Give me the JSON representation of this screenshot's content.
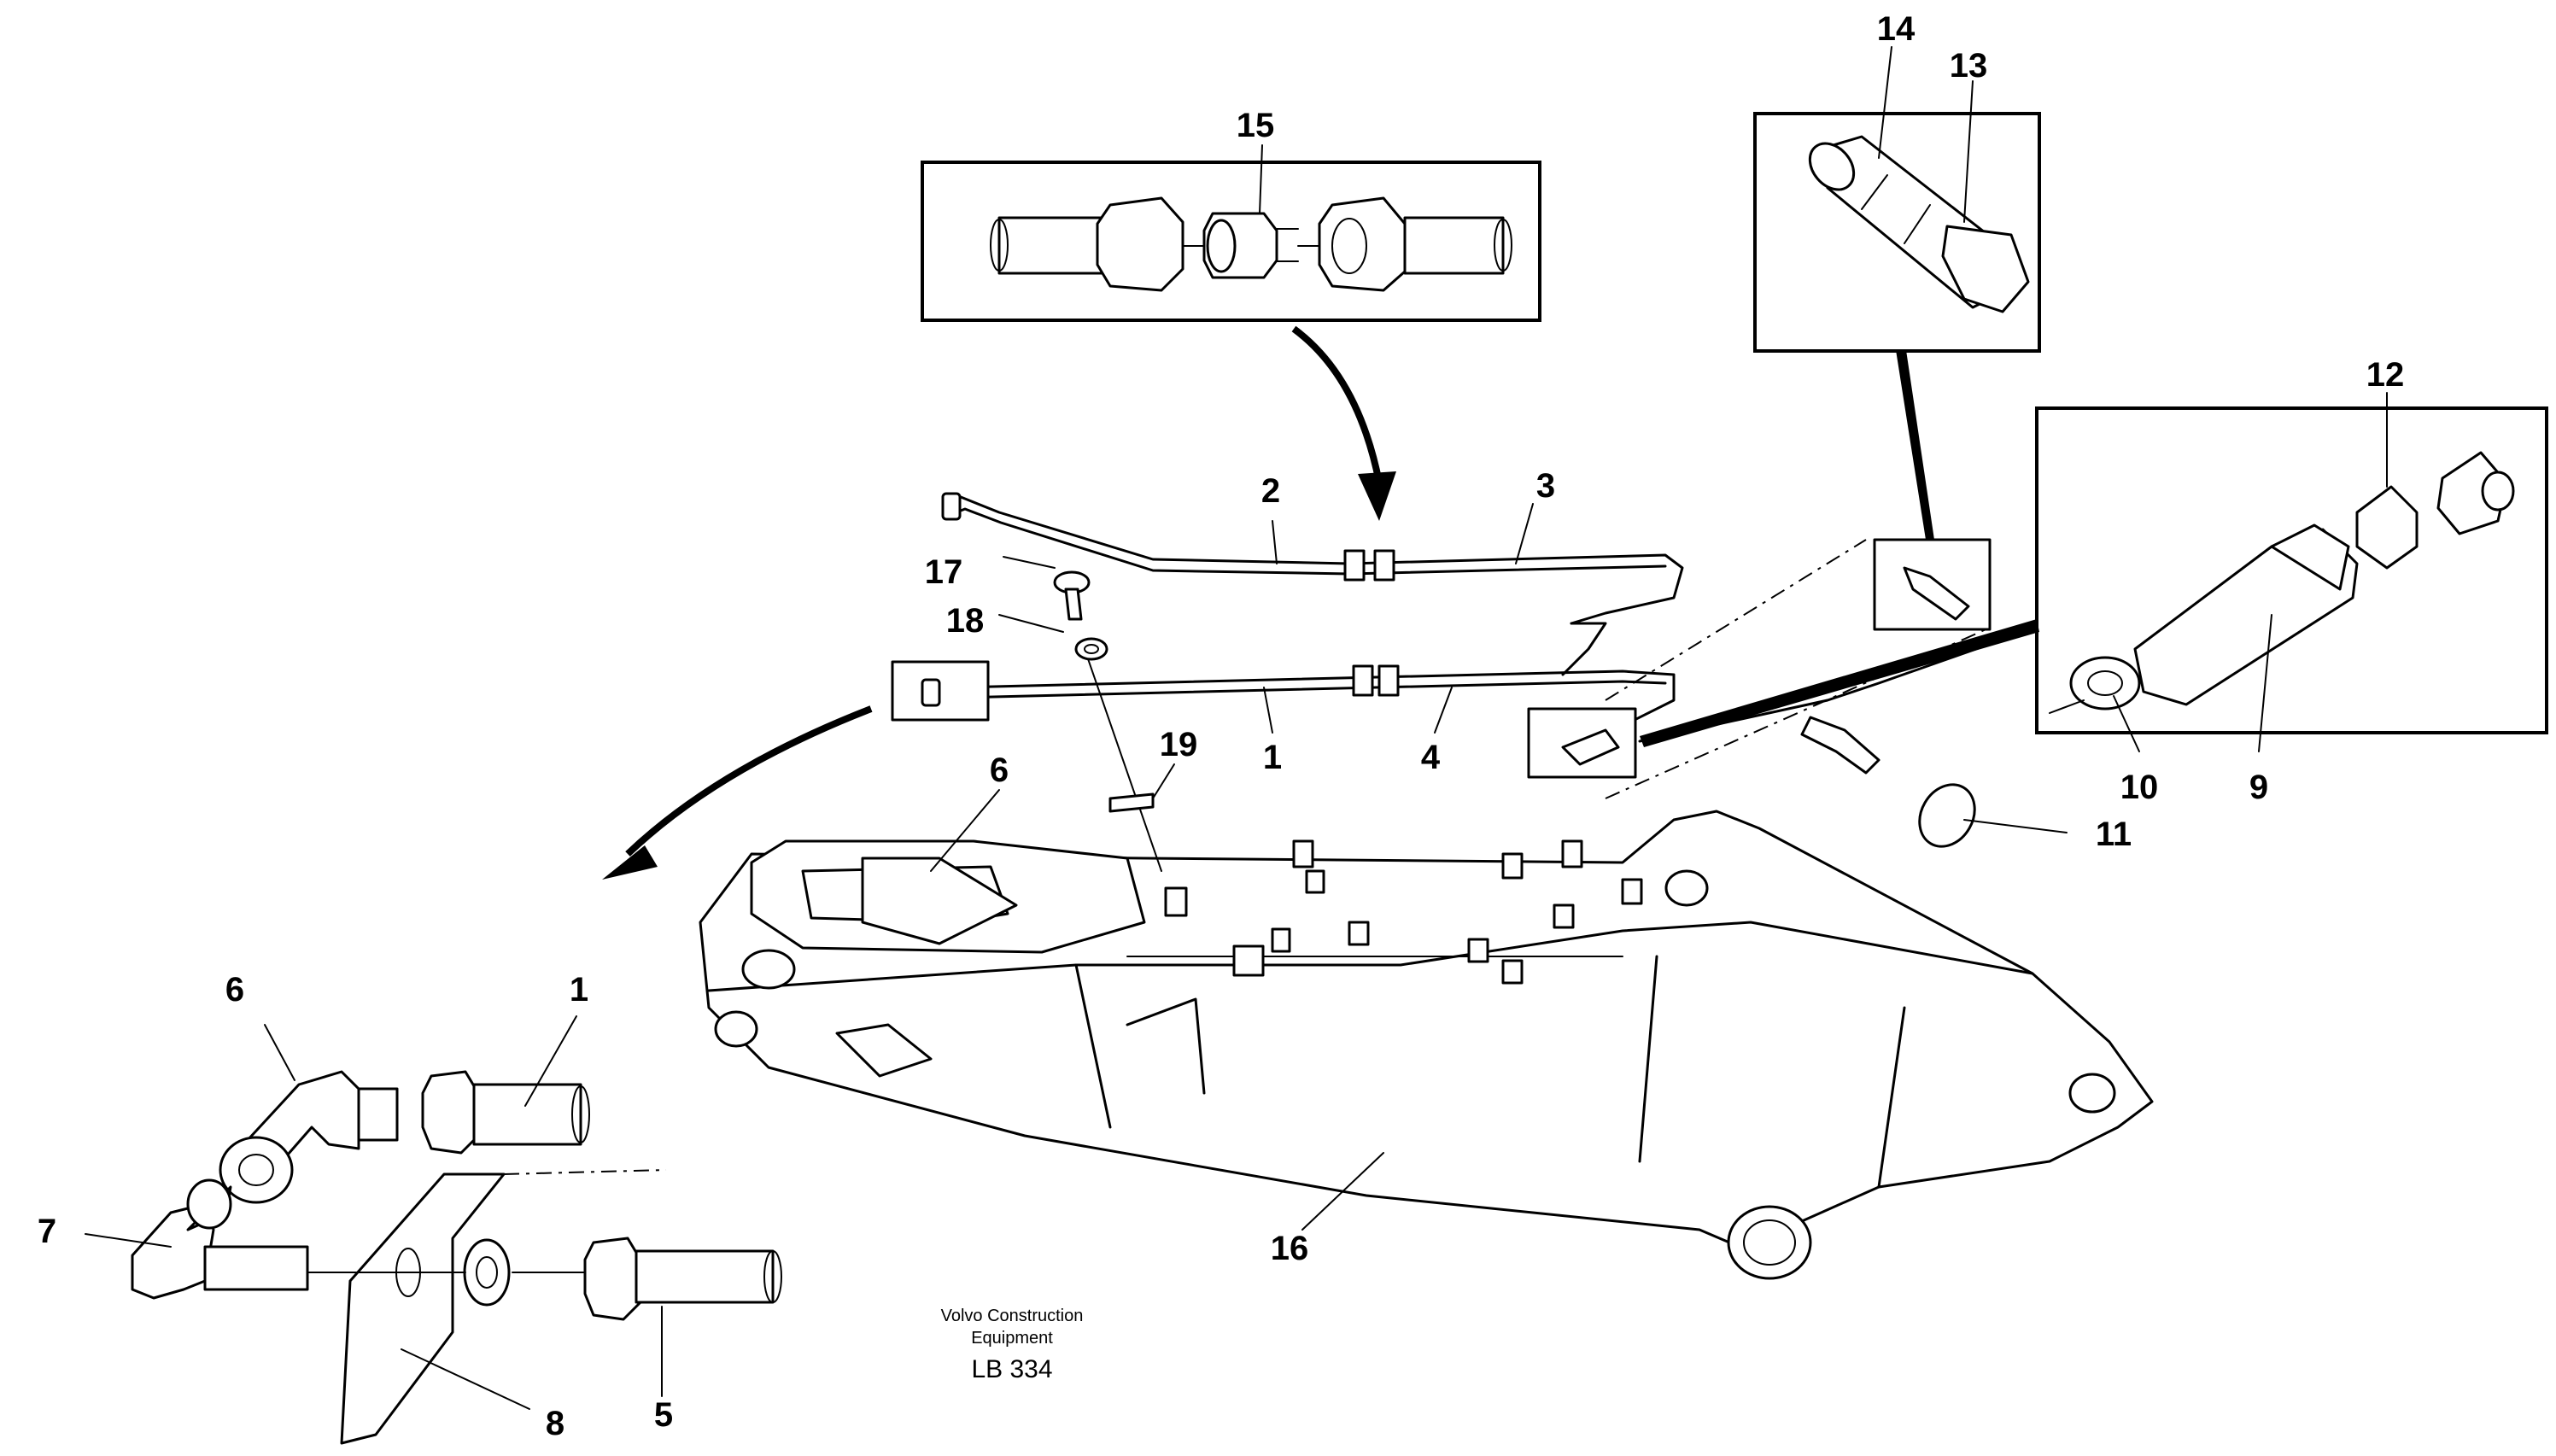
{
  "callouts": {
    "c1a": "1",
    "c1b": "1",
    "c2": "2",
    "c3": "3",
    "c4": "4",
    "c5": "5",
    "c6a": "6",
    "c6b": "6",
    "c7": "7",
    "c8": "8",
    "c9": "9",
    "c10": "10",
    "c11": "11",
    "c12": "12",
    "c13": "13",
    "c14": "14",
    "c15": "15",
    "c16": "16",
    "c17": "17",
    "c18": "18",
    "c19": "19"
  },
  "credit": {
    "line1": "Volvo Construction",
    "line2": "Equipment",
    "code": "LB 334"
  }
}
